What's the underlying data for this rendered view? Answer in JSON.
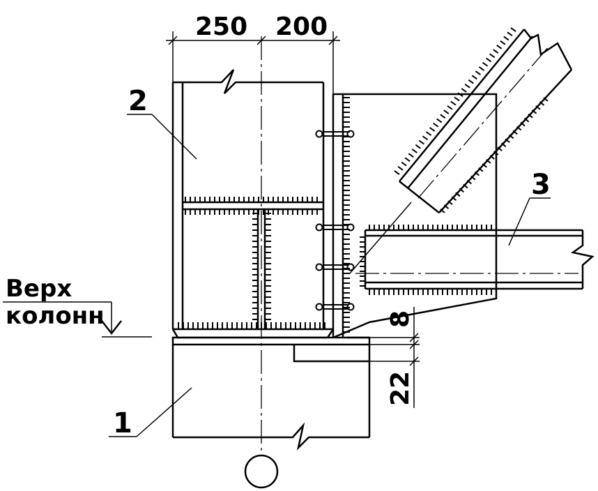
{
  "dimensions": {
    "top_left": "250",
    "top_right": "200",
    "plate_thickness": "8",
    "gap_height": "22"
  },
  "labels": {
    "column": "1",
    "upper_column": "2",
    "beam": "3"
  },
  "note": {
    "line1": "Верх",
    "line2": "колонн"
  }
}
